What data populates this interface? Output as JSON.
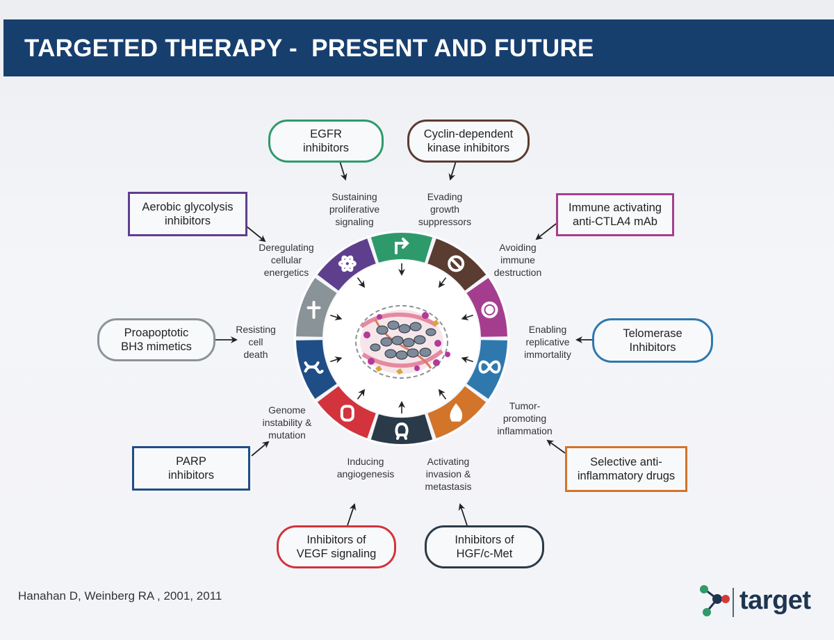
{
  "title": "TARGETED THERAPY -  PRESENT AND FUTURE",
  "citation": "Hanahan D, Weinberg RA , 2001, 2011",
  "logo_text": "target",
  "colors": {
    "title_bg": "#173f6e",
    "egfr": "#2e9a6b",
    "cyclin": "#5a3c30",
    "immune": "#a53d8f",
    "telomerase": "#2e78ae",
    "inflammation": "#d2742a",
    "hgf": "#2b3a48",
    "vegf": "#d2333c",
    "parp": "#1f4e87",
    "bh3": "#8a9397",
    "glycolysis": "#5e3f8e"
  },
  "boxes": {
    "egfr": "EGFR\ninhibitors",
    "cyclin": "Cyclin-dependent\nkinase inhibitors",
    "immune": "Immune activating\nanti-CTLA4 mAb",
    "telomerase": "Telomerase\nInhibitors",
    "inflammation": "Selective anti-\ninflammatory drugs",
    "hgf": "Inhibitors of\nHGF/c-Met",
    "vegf": "Inhibitors of\nVEGF signaling",
    "parp": "PARP\ninhibitors",
    "bh3": "Proapoptotic\nBH3 mimetics",
    "glycolysis": "Aerobic glycolysis\ninhibitors"
  },
  "hallmarks": {
    "proliferative": "Sustaining\nproliferative\nsignaling",
    "growth": "Evading\ngrowth\nsuppressors",
    "immune": "Avoiding\nimmune\ndestruction",
    "immortality": "Enabling\nreplicative\nimmortality",
    "inflammation": "Tumor-\npromoting\ninflammation",
    "invasion": "Activating\ninvasion &\nmetastasis",
    "angiogenesis": "Inducing\nangiogenesis",
    "genome": "Genome\ninstability &\nmutation",
    "death": "Resisting\ncell\ndeath",
    "energetics": "Deregulating\ncellular\nenergetics"
  },
  "segment_icons": [
    "proliferative-arrow-icon",
    "no-entry-icon",
    "immune-cell-icon",
    "infinity-icon",
    "flame-icon",
    "metastasis-cell-icon",
    "blood-vessel-icon",
    "dna-icon",
    "cross-icon",
    "atom-icon"
  ]
}
